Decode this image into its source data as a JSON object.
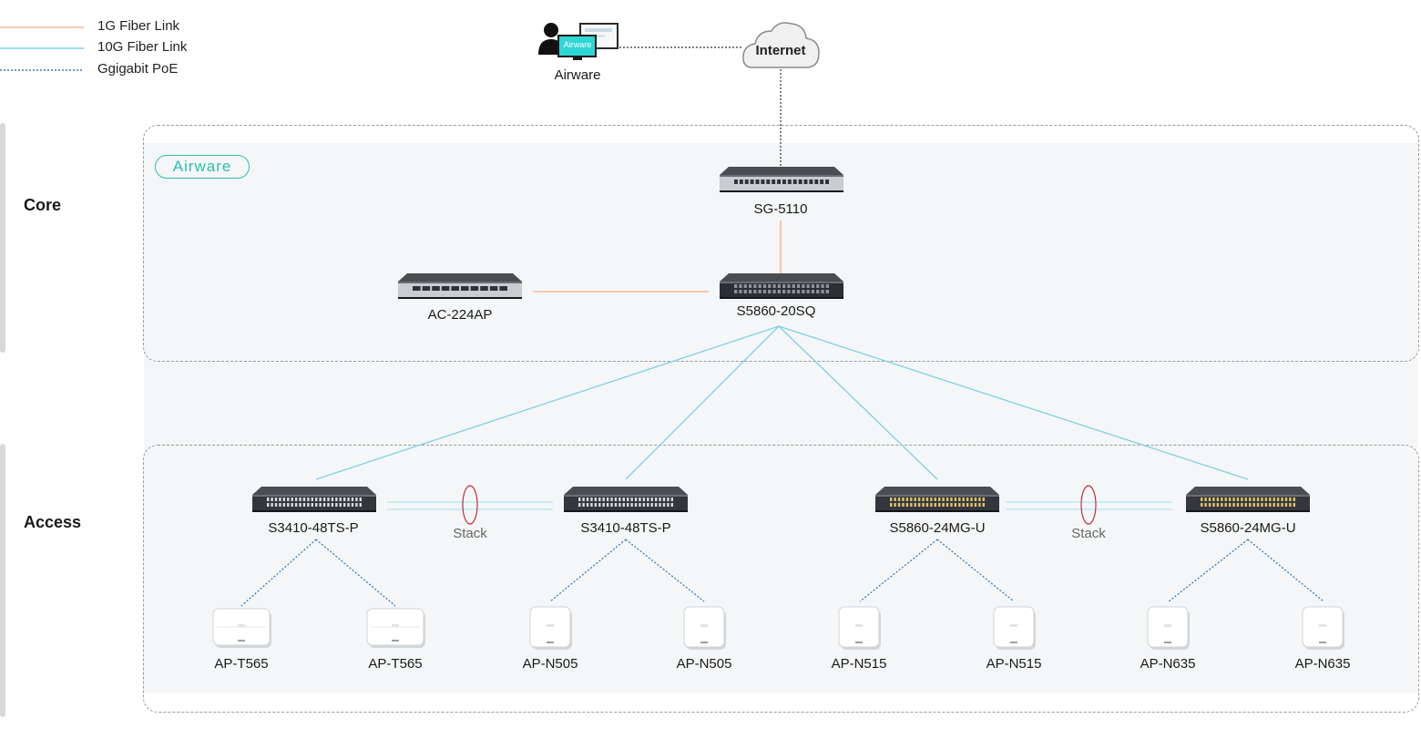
{
  "legend": [
    {
      "label": "1G Fiber Link",
      "color": "#f4b896",
      "style": "solid"
    },
    {
      "label": "10G Fiber Link",
      "color": "#7fd0e6",
      "style": "solid"
    },
    {
      "label": "Ggigabit PoE",
      "color": "#3a7ab8",
      "style": "dashed"
    }
  ],
  "sections": {
    "core": "Core",
    "access": "Access"
  },
  "brand_badge": "Airware",
  "cloud": {
    "label": "Internet"
  },
  "management": {
    "label": "Airware",
    "screen_text": "Airware"
  },
  "core_devices": {
    "gateway": "SG-5110",
    "core_switch": "S5860-20SQ",
    "controller": "AC-224AP"
  },
  "access_switches": [
    {
      "label": "S3410-48TS-P"
    },
    {
      "label": "S3410-48TS-P"
    },
    {
      "label": "S5860-24MG-U"
    },
    {
      "label": "S5860-24MG-U"
    }
  ],
  "stack_label": "Stack",
  "access_points": [
    {
      "label": "AP-T565"
    },
    {
      "label": "AP-T565"
    },
    {
      "label": "AP-N505"
    },
    {
      "label": "AP-N505"
    },
    {
      "label": "AP-N515"
    },
    {
      "label": "AP-N515"
    },
    {
      "label": "AP-N635"
    },
    {
      "label": "AP-N635"
    }
  ]
}
